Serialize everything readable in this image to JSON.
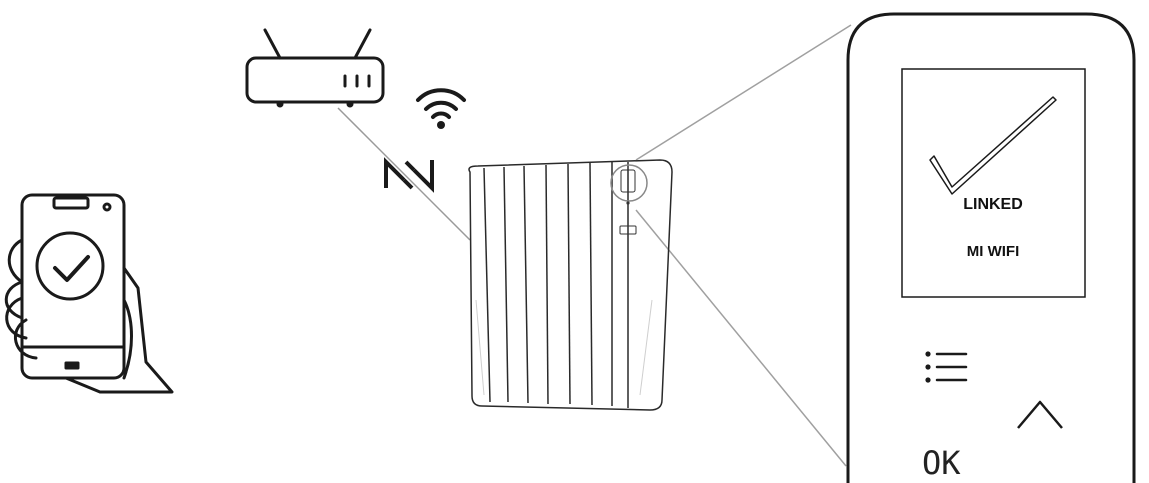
{
  "display": {
    "status": "LINKED",
    "network": "MI WIFI",
    "ok_label": "OK"
  },
  "icons": {
    "phone": "phone-in-hand-check-icon",
    "router": "router-icon",
    "wifi": "wifi-icon",
    "link": "link-arrow-icon",
    "radiator": "radiator-icon",
    "checkmark": "checkmark-icon",
    "menu": "menu-icon",
    "up": "chevron-up-icon"
  },
  "colors": {
    "line": "#1a1a1a",
    "connector": "#9a9a9a",
    "background": "#ffffff"
  }
}
